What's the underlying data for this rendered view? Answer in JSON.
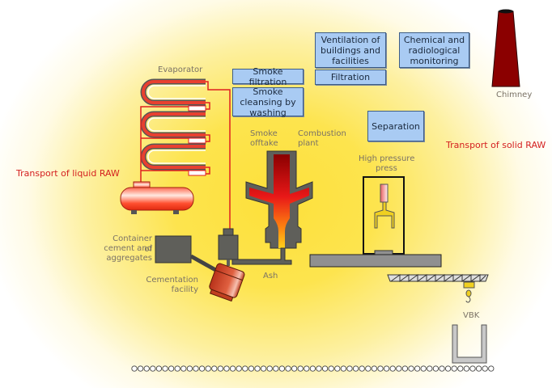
{
  "title": "Radioactive waste (RAW) processing facility diagram",
  "process_boxes": {
    "ventilation": "Ventilation of buildings and facilities",
    "chemical_monitoring": "Chemical and radiological monitoring",
    "smoke_filtration": "Smoke filtration",
    "filtration": "Filtration",
    "smoke_cleansing": "Smoke cleansing by washing",
    "separation": "Separation"
  },
  "labels": {
    "evaporator": "Evaporator",
    "chimney": "Chimney",
    "smoke_offtake_1": "Smoke",
    "smoke_offtake_2": "offtake",
    "combustion_plant_1": "Combustion",
    "combustion_plant_2": "plant",
    "high_pressure_press_1": "High pressure",
    "high_pressure_press_2": "press",
    "container_1": "Container of",
    "container_2": "cement and",
    "container_3": "aggregates",
    "cementation_1": "Cementation",
    "cementation_2": "facility",
    "ash": "Ash",
    "vbk": "VBK",
    "transport_liquid": "Transport of liquid RAW",
    "transport_solid": "Transport of solid RAW"
  },
  "colors": {
    "box_fill": "#a9cbf3",
    "pipe_red": "#e02020",
    "equipment_gray": "#5f5f5a",
    "chimney_red": "#8b0000",
    "transport_label_red": "#d42020"
  }
}
